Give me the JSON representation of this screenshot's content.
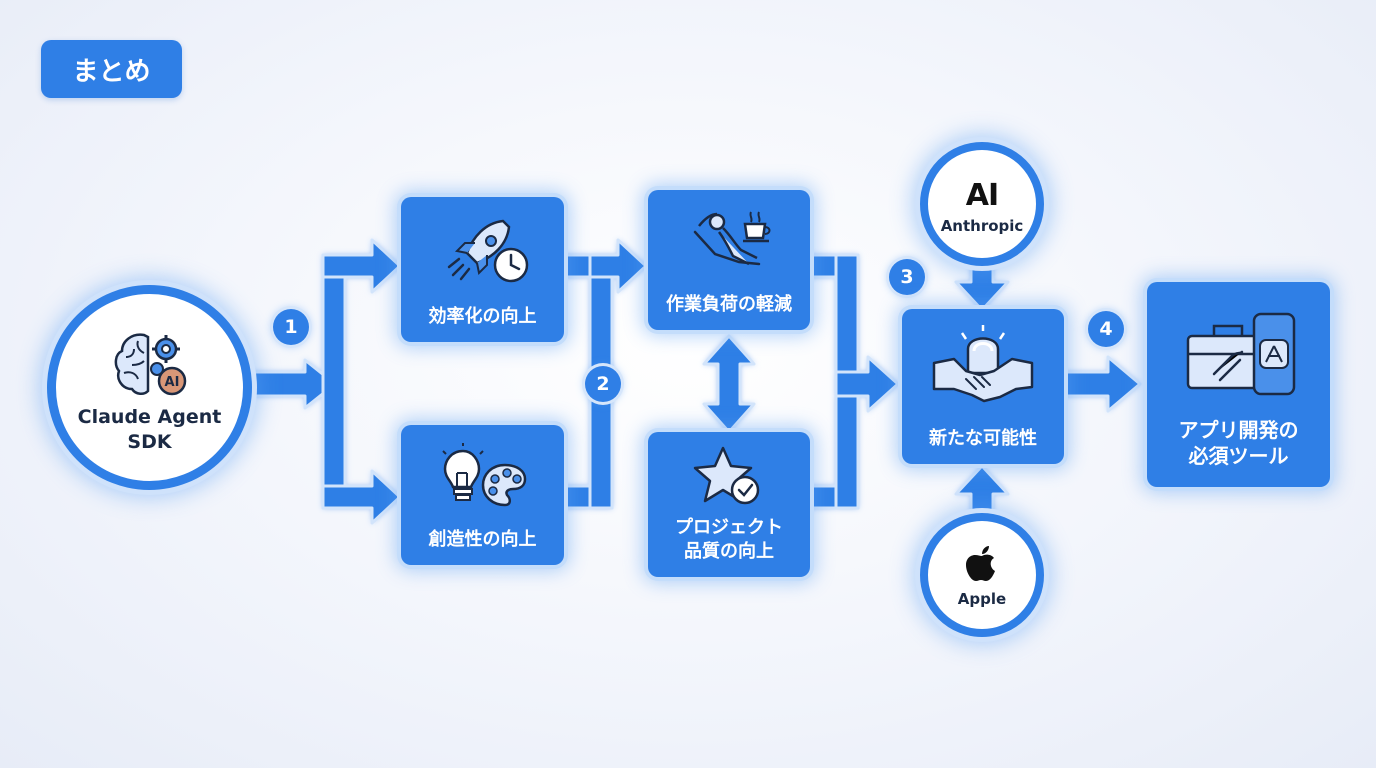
{
  "title": "まとめ",
  "colors": {
    "primary": "#2f7fe6",
    "glow": "#c4ddfb",
    "background": "#f1f4fb"
  },
  "nodes": {
    "sdk": {
      "label_line1": "Claude Agent",
      "label_line2": "SDK",
      "icon": "brain-gears-icon"
    },
    "efficiency": {
      "label": "効率化の向上",
      "icon": "rocket-clock-icon"
    },
    "creativity": {
      "label": "創造性の向上",
      "icon": "lightbulb-palette-icon"
    },
    "workload": {
      "label": "作業負荷の軽減",
      "icon": "relaxing-person-coffee-icon"
    },
    "quality": {
      "label_line1": "プロジェクト",
      "label_line2": "品質の向上",
      "icon": "star-check-icon"
    },
    "possibility": {
      "label": "新たな可能性",
      "icon": "handshake-icon"
    },
    "tool": {
      "label_line1": "アプリ開発の",
      "label_line2": "必須ツール",
      "icon": "toolbox-phone-icon"
    },
    "anthropic": {
      "label": "Anthropic",
      "logo_text": "AI",
      "icon": "anthropic-logo"
    },
    "apple": {
      "label": "Apple",
      "icon": "apple-logo"
    }
  },
  "steps": [
    "1",
    "2",
    "3",
    "4"
  ]
}
